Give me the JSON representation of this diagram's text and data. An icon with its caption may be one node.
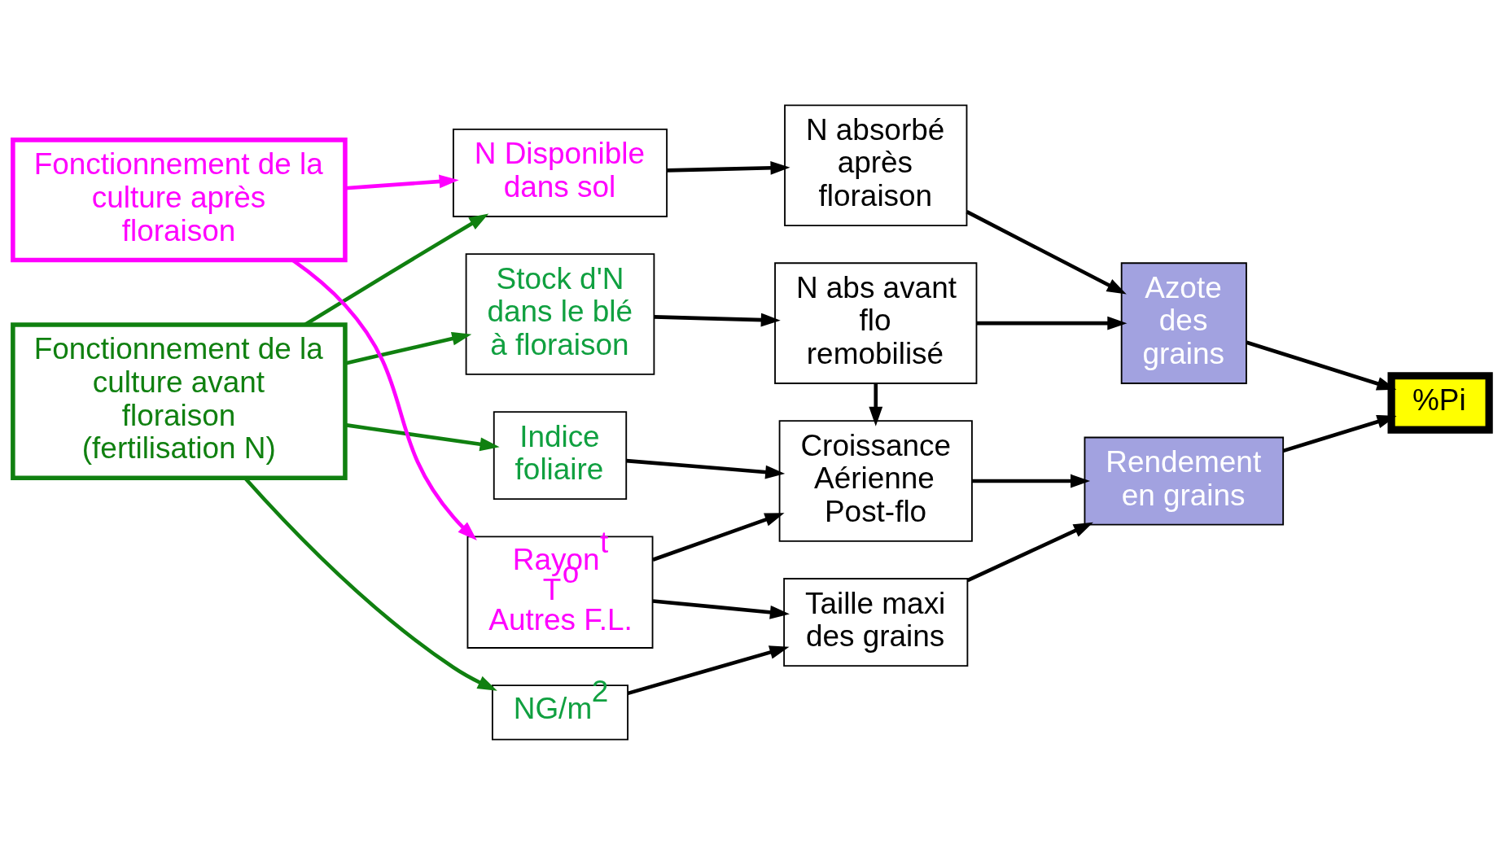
{
  "diagram": {
    "nodes": [
      {
        "text": [
          "Fonctionnement de la culture avant floraison (fertilisation N)"
        ]
      },
      {
        "text": [
          "Fonctionnement de la culture après floraison"
        ]
      },
      {
        "text": [
          "N Disponible dans sol"
        ]
      },
      {
        "text": [
          "Stock d'N dans le blé à floraison"
        ]
      },
      {
        "text": [
          "Indice foliaire"
        ]
      },
      {
        "text": [
          "Rayon$^{t}$ T$^{o}$ Autres F.L."
        ]
      },
      {
        "text": [
          "NG/m$^{2}$"
        ]
      },
      {
        "text": [
          "N absorbé après floraison"
        ]
      },
      {
        "text": [
          "N abs avant flo remobilisé"
        ]
      },
      {
        "text": [
          "Croissance Aérienne Post-flo"
        ]
      },
      {
        "text": [
          "Taille maxi des grains"
        ]
      },
      {
        "text": [
          "Azote des grains"
        ]
      },
      {
        "text": [
          "Rendement en grains"
        ]
      },
      {
        "text": [
          "%Pi"
        ]
      }
    ],
    "edges": [
      {
        "from": 0,
        "to": 2,
        "arrow": "to",
        "color": "#108010"
      },
      {
        "from": 0,
        "to": 3,
        "arrow": "to",
        "color": "#108010"
      },
      {
        "from": 0,
        "to": 4,
        "arrow": "to",
        "color": "#108010"
      },
      {
        "from": 0,
        "to": 6,
        "arrow": "to",
        "color": "#108010"
      },
      {
        "from": 1,
        "to": 2,
        "arrow": "to",
        "color": "#ff00ff"
      },
      {
        "from": 1,
        "to": 5,
        "arrow": "to",
        "color": "#ff00ff"
      },
      {
        "from": 2,
        "to": 7,
        "arrow": "to"
      },
      {
        "from": 3,
        "to": 8,
        "arrow": "to"
      },
      {
        "from": 8,
        "to": 9,
        "arrow": "to"
      },
      {
        "from": 4,
        "to": 9,
        "arrow": "to"
      },
      {
        "from": 5,
        "to": 9,
        "arrow": "to"
      },
      {
        "from": 5,
        "to": 10,
        "arrow": "to"
      },
      {
        "from": 6,
        "to": 10,
        "arrow": "to"
      },
      {
        "from": 7,
        "to": 11,
        "arrow": "to"
      },
      {
        "from": 8,
        "to": 11,
        "arrow": "to"
      },
      {
        "from": 9,
        "to": 12,
        "arrow": "to"
      },
      {
        "from": 10,
        "to": 12,
        "arrow": "to"
      },
      {
        "from": 11,
        "to": 13,
        "arrow": "to"
      },
      {
        "from": 12,
        "to": 13,
        "arrow": "to"
      }
    ]
  }
}
